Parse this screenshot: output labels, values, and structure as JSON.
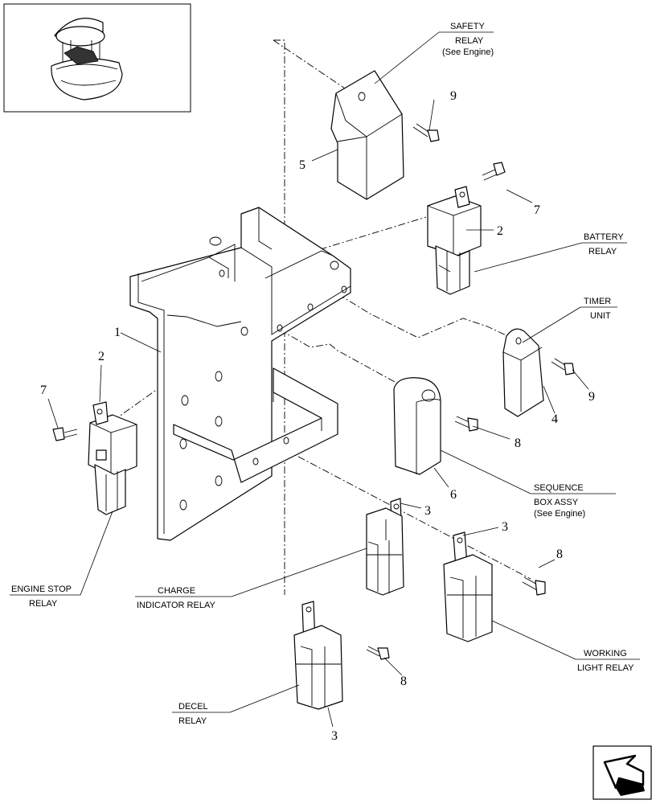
{
  "labels": {
    "safety_relay": [
      "SAFETY",
      "RELAY",
      "(See Engine)"
    ],
    "battery_relay": [
      "BATTERY",
      "RELAY"
    ],
    "timer_unit": [
      "TIMER",
      "UNIT"
    ],
    "sequence_box": [
      "SEQUENCE",
      "BOX ASSY",
      "(See Engine)"
    ],
    "engine_stop_relay": [
      "ENGINE STOP",
      "RELAY"
    ],
    "charge_indicator_relay": [
      "CHARGE",
      "INDICATOR RELAY"
    ],
    "working_light_relay": [
      "WORKING",
      "LIGHT RELAY"
    ],
    "decel_relay": [
      "DECEL",
      "RELAY"
    ]
  },
  "callouts": {
    "bracket": "1",
    "battery_relay": "2",
    "engine_stop_relay": "2",
    "charge_indicator_relay": "3",
    "working_light_relay": "3",
    "decel_relay": "3",
    "timer_unit": "4",
    "safety_relay": "5",
    "sequence_box": "6",
    "bolt_top": "7",
    "bolt_left": "7",
    "bolt_sequence": "8",
    "bolt_working": "8",
    "bolt_decel": "8",
    "bolt_safety": "9",
    "bolt_timer": "9"
  }
}
